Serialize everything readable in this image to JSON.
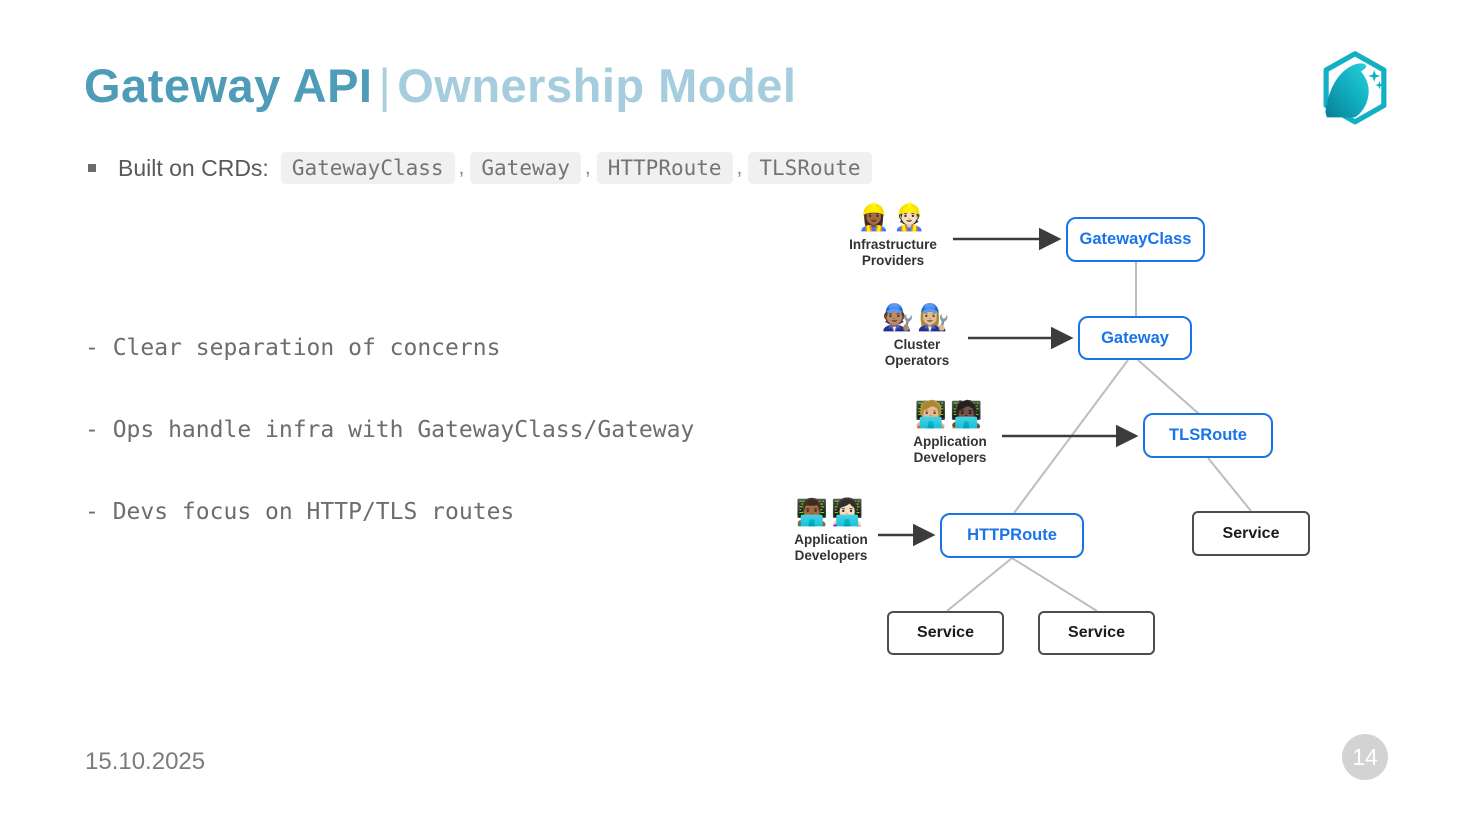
{
  "slide": {
    "title": {
      "primary": "Gateway API",
      "separator": "|",
      "secondary": "Ownership Model"
    },
    "crd_bullet": {
      "label": "Built on CRDs:",
      "comma": ",",
      "badges": [
        "GatewayClass",
        "Gateway",
        "HTTPRoute",
        "TLSRoute"
      ]
    },
    "points": [
      "- Clear separation of concerns",
      "- Ops handle infra with GatewayClass/Gateway",
      "- Devs focus on HTTP/TLS routes"
    ],
    "footer": {
      "date": "15.10.2025",
      "page_number": "14"
    }
  },
  "diagram": {
    "actors": [
      {
        "emojis": "👷🏾‍♀️👷🏻",
        "line1": "Infrastructure",
        "line2": "Providers"
      },
      {
        "emojis": "🧑🏽‍🔧👩🏼‍🔧",
        "line1": "Cluster",
        "line2": "Operators"
      },
      {
        "emojis": "🧑🏼‍💻🧑🏿‍💻",
        "line1": "Application",
        "line2": "Developers"
      },
      {
        "emojis": "👨🏾‍💻👩🏻‍💻",
        "line1": "Application",
        "line2": "Developers"
      }
    ],
    "nodes": {
      "gatewayclass": "GatewayClass",
      "gateway": "Gateway",
      "tlsroute": "TLSRoute",
      "httproute": "HTTPRoute",
      "service_right": "Service",
      "service_bottom_left": "Service",
      "service_bottom_mid": "Service"
    },
    "colors": {
      "crd_border": "#1a73e8",
      "crd_text": "#1a73e8",
      "service_border": "#4d4d4d",
      "connector": "#bdbdbd",
      "arrow": "#3c3c3c",
      "title_primary": "#4e9cb8",
      "title_secondary": "#a5cddd",
      "logo_teal": "#12b0c2"
    }
  }
}
